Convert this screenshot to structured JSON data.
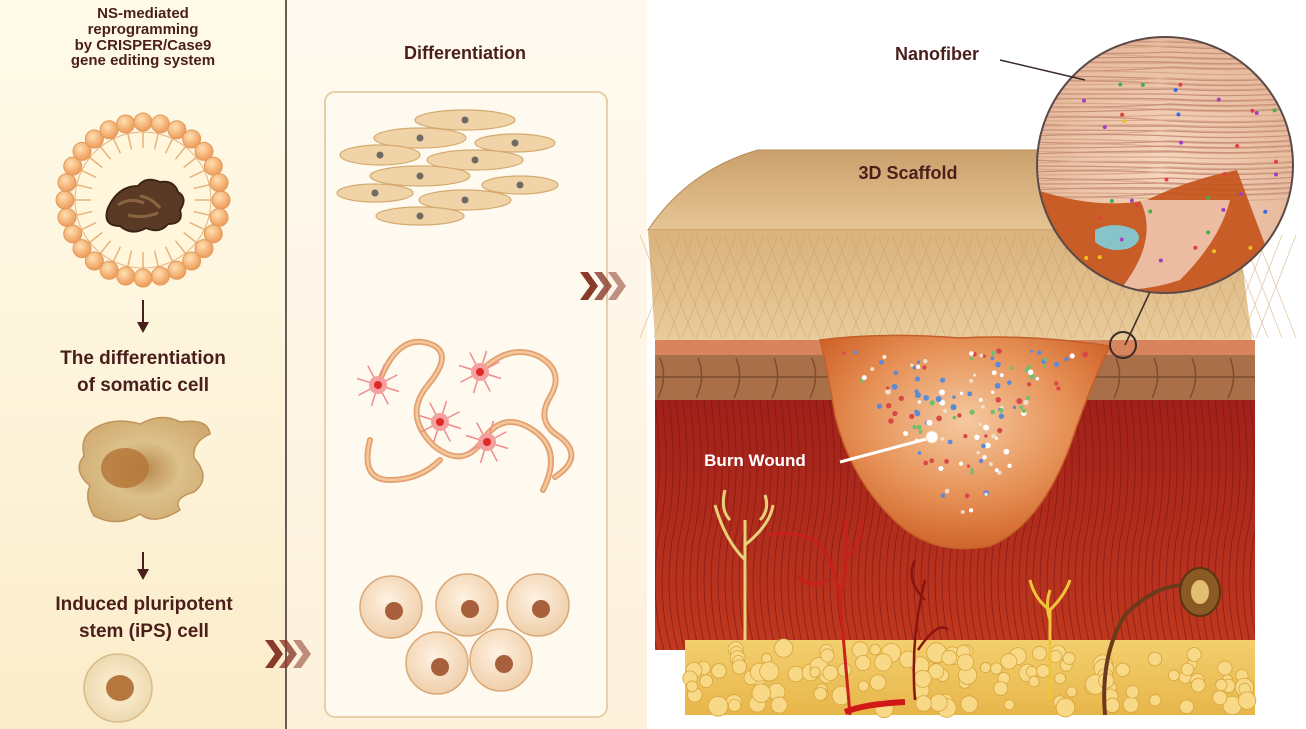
{
  "left": {
    "title": "NS-mediated\nreprogramming\nby CRISPER/Case9\ngene editing system",
    "step2": "The differentiation\nof somatic cell",
    "step3": "Induced pluripotent\nstem (iPS) cell"
  },
  "middle": {
    "title": "Differentiation"
  },
  "right": {
    "nanofiber_label": "Nanofiber",
    "scaffold_label": "3D Scaffold",
    "wound_label": "Burn Wound"
  },
  "colors": {
    "title_text": "#4a1f1b",
    "dermis": "#a8201a",
    "scaffold": "#d8b07a",
    "fat": "#f0c35a",
    "arrow": "#8a3a2a"
  }
}
